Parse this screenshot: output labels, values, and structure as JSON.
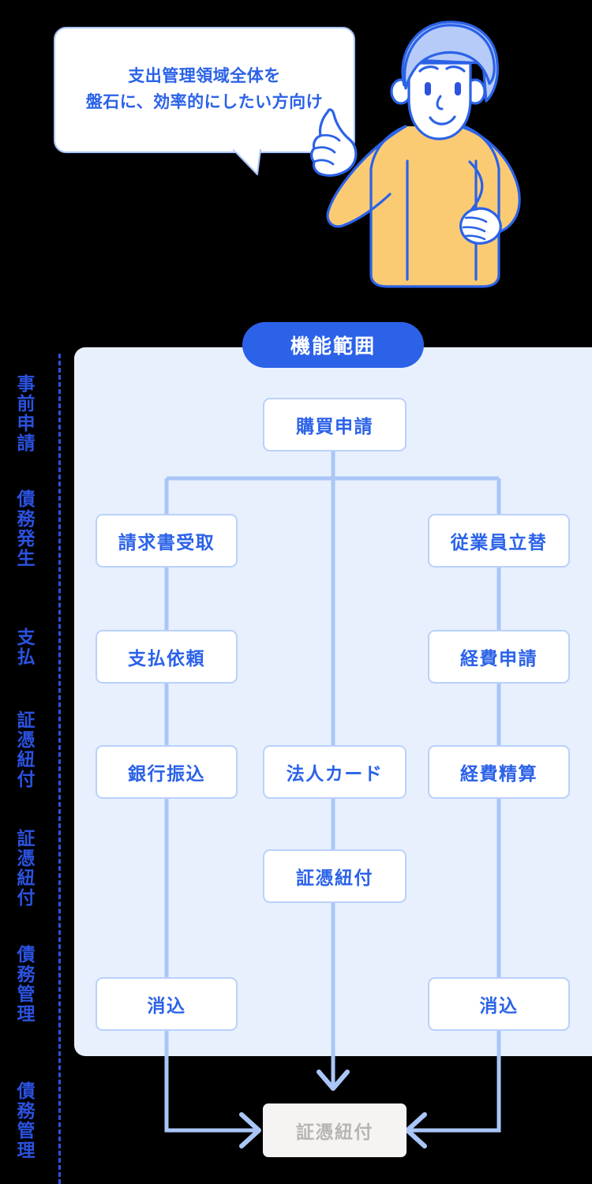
{
  "bubble": {
    "line1": "支出管理領域全体を",
    "line2": "盤石に、効率的にしたい方向け"
  },
  "badge": {
    "label": "機能範囲"
  },
  "stage_labels": [
    {
      "label": "事前申請"
    },
    {
      "label": "債務発生"
    },
    {
      "label": "支払"
    },
    {
      "label": "証憑紐付"
    },
    {
      "label": "証憑紐付"
    },
    {
      "label": "債務管理"
    },
    {
      "label": "債務管理"
    }
  ],
  "nodes": {
    "purchase_request": "購買申請",
    "invoice_receipt": "請求書受取",
    "employee_advance": "従業員立替",
    "payment_request": "支払依頼",
    "expense_request": "経費申請",
    "bank_transfer": "銀行振込",
    "corporate_card": "法人カード",
    "expense_settlement": "経費精算",
    "evidence_link_mid": "証憑紐付",
    "offset_left": "消込",
    "offset_right": "消込",
    "evidence_link_final": "証憑紐付"
  },
  "colors": {
    "accent_blue": "#2b62e8",
    "label_blue": "#2b52e0",
    "panel_bg": "#e8f0fd",
    "wire_blue": "#aac6f7",
    "node_border": "#b9d1fb",
    "gray_box_bg": "#f5f4f2",
    "gray_box_text": "#b7b5b2",
    "hair_blue": "#b6cbf7",
    "sweater_yellow": "#fbcb74",
    "page_bg": "#000000"
  },
  "illustration": {
    "name": "pointing-person",
    "hair_color": "#b6cbf7",
    "outfit_color": "#fbcb74",
    "outline_color": "#2b62e8"
  }
}
